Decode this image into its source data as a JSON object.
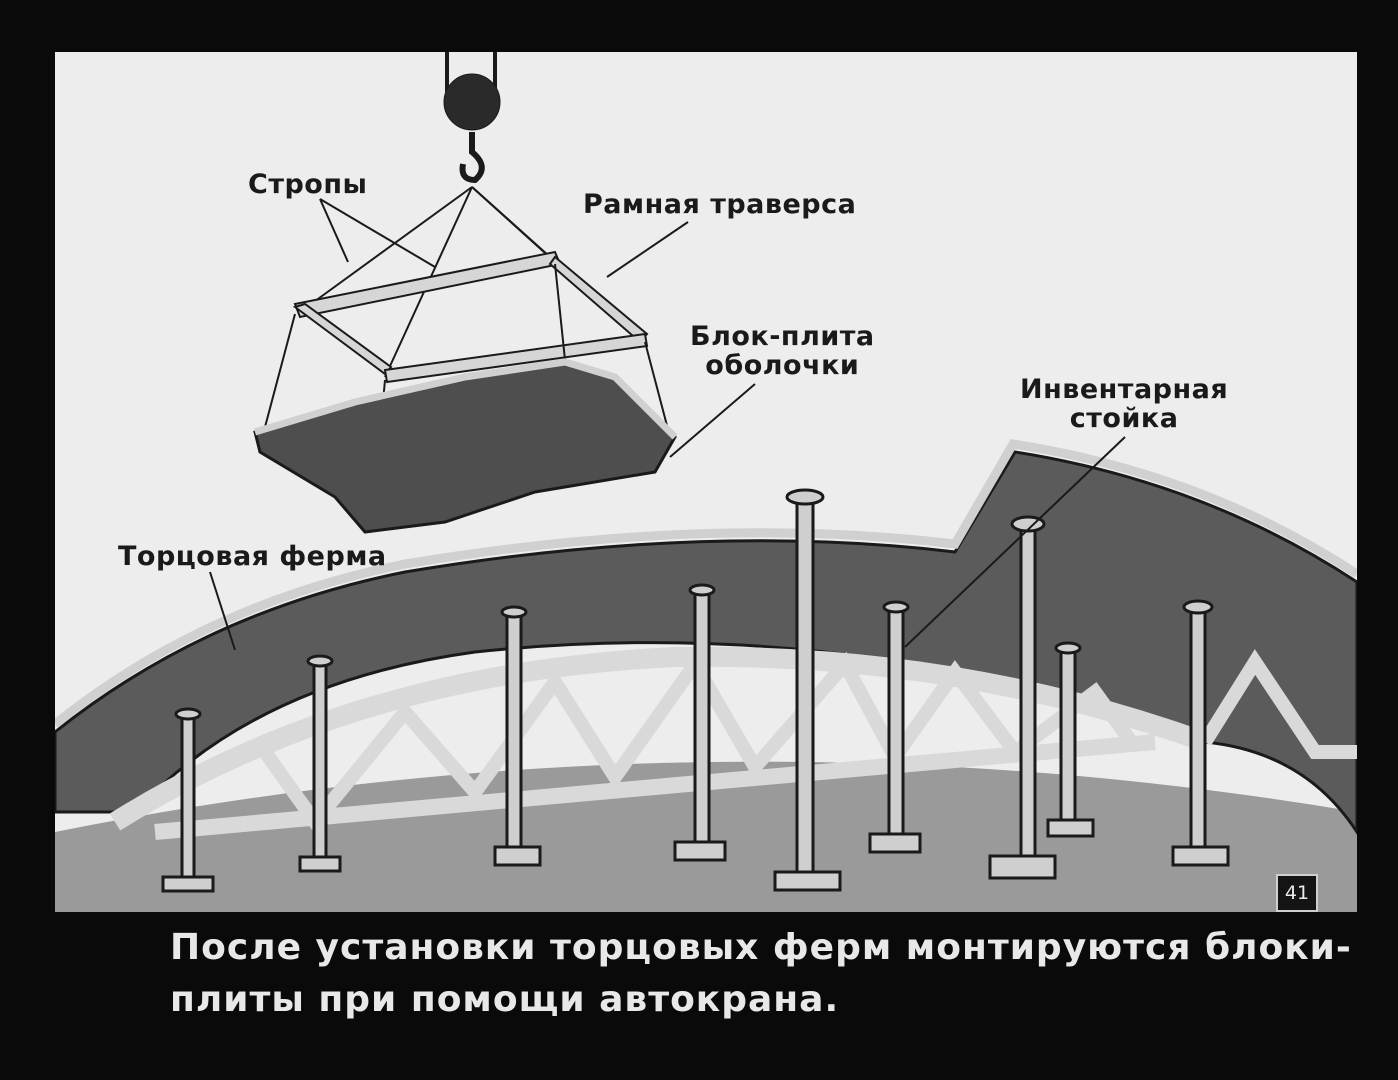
{
  "labels": {
    "slings": "Стропы",
    "frame_traverse": "Рамная траверса",
    "block_plate_line1": "Блок-плита",
    "block_plate_line2": "оболочки",
    "inventory_post_line1": "Инвентарная",
    "inventory_post_line2": "стойка",
    "end_truss": "Торцовая ферма"
  },
  "slide_number": "41",
  "caption": {
    "line1": "После установки торцовых ферм монтируются блоки-",
    "line2": "плиты при помощи автокрана."
  },
  "colors": {
    "background": "#0a0a0a",
    "frame": "#ededed",
    "shell": "#5a5a5a",
    "truss": "#d8d8d8",
    "ink": "#1a1a1a"
  }
}
